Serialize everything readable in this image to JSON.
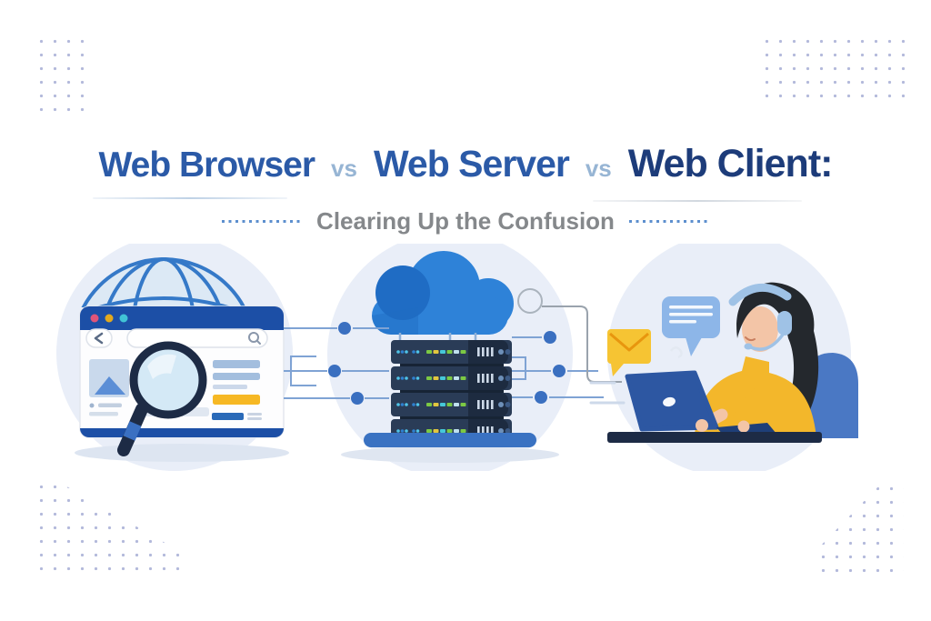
{
  "header": {
    "title": [
      {
        "text": "Web Browser",
        "emphasis": "primary"
      },
      {
        "text": "vs",
        "emphasis": "separator"
      },
      {
        "text": "Web Server",
        "emphasis": "primary"
      },
      {
        "text": "vs",
        "emphasis": "separator"
      },
      {
        "text": "Web Client:",
        "emphasis": "strong"
      }
    ],
    "subtitle": "Clearing Up the Confusion"
  },
  "scenes": {
    "browser": {
      "label": "web-browser-illustration",
      "icons": [
        "globe-icon",
        "back-arrow-icon",
        "search-icon",
        "magnifier-icon",
        "image-placeholder-icon"
      ]
    },
    "server": {
      "label": "web-server-illustration",
      "icons": [
        "cloud-icon",
        "server-rack-icon",
        "network-node-icon"
      ]
    },
    "client": {
      "label": "web-client-illustration",
      "icons": [
        "chat-bubble-icon",
        "envelope-icon",
        "headset-icon",
        "laptop-icon"
      ]
    }
  },
  "palette": {
    "title_blue": "#2b5aa7",
    "title_navy": "#1d3c7a",
    "vs_blue": "#97b5d4",
    "subtitle_gray": "#85888b",
    "dotted_line_blue": "#5d8fce",
    "corner_dots": "#9aa2cf",
    "circle_background": "#e9eef8",
    "brand_blue": "#2e82d8",
    "window_bar_blue": "#1c4fa6",
    "navy": "#1d2b45",
    "accent_yellow": "#f5b42c",
    "node_blue": "#3a6fc0",
    "connector_blue": "#7fa3d4"
  }
}
